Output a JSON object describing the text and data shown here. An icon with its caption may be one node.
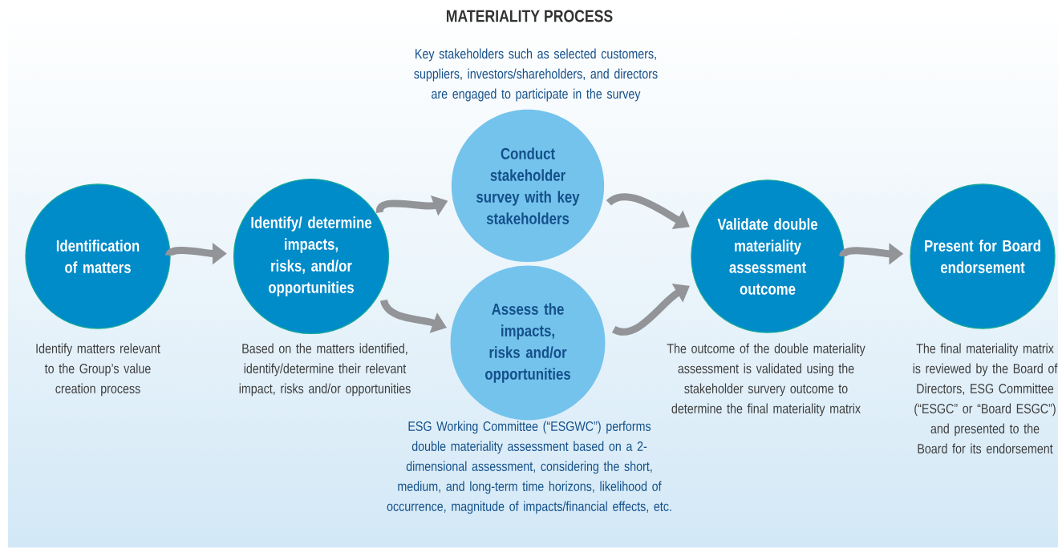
{
  "diagram": {
    "title": "MATERIALITY PROCESS",
    "nodes": [
      {
        "text": [
          "Identification of matters"
        ],
        "beside": [
          "Identify matters relevant to the Group’s value creation process"
        ]
      },
      {
        "text": [
          "Identify/ determine impacts, risks, and/or opportunities"
        ],
        "beside": [
          "Based on the matters identified, identify/determine their relevant impact, risks and/or opportunities"
        ]
      },
      {
        "text": [
          "Conduct stakeholder survey with key stakeholders"
        ],
        "beside": [
          "Key stakeholders such as selected customers, suppliers, investors/shareholders, and directors are engaged to participate in the survey"
        ]
      },
      {
        "text": [
          "Assess the impacts, risks and/or opportunities"
        ],
        "beside": [
          "ESG Working Committee (“ESGWC”) performs double materiality assessment based on a 2-dimensional assessment, considering the short, medium, and long-term time horizons, likelihood of occurrence, magnitude of impacts/financial effects, etc."
        ]
      },
      {
        "text": [
          "Validate double materiality assessment outcome"
        ],
        "beside": [
          "The outcome of the double materiality assessment is validated using the stakeholder survery outcome to determine the final materiality matrix"
        ]
      },
      {
        "text": [
          "Present for Board endorsement"
        ],
        "beside": [
          "The final materiality matrix is reviewed by the Board of Directors, ESG Committee (“ESGC” or “Board ESGC”) and presented to the Board for its endorsement"
        ]
      }
    ],
    "edges": [
      {
        "from": 0,
        "to": 1,
        "arrow": "to"
      },
      {
        "from": 1,
        "to": 2,
        "arrow": "to"
      },
      {
        "from": 1,
        "to": 3,
        "arrow": "to"
      },
      {
        "from": 2,
        "to": 4,
        "arrow": "to"
      },
      {
        "from": 3,
        "to": 4,
        "arrow": "to"
      },
      {
        "from": 4,
        "to": 5,
        "arrow": "to"
      }
    ]
  }
}
